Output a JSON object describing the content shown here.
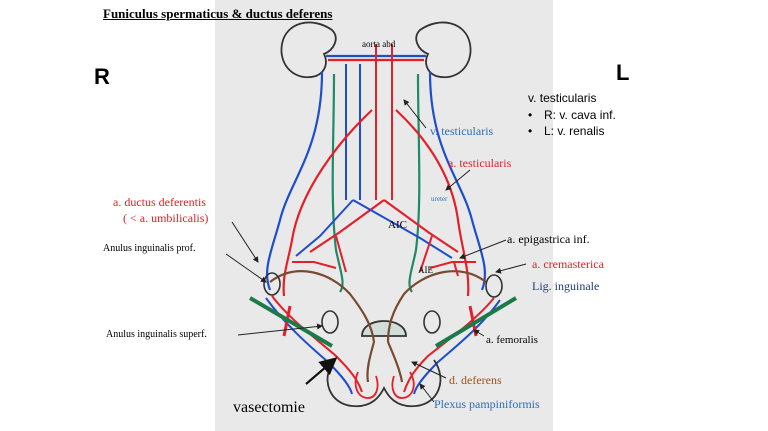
{
  "title": "Funiculus spermaticus & ductus deferens",
  "side_right": "R",
  "side_left": "L",
  "note": {
    "heading": "v. testicularis",
    "items": [
      "R: v. cava inf.",
      "L: v. renalis"
    ]
  },
  "labels": {
    "aorta_abd": "aorta abd",
    "v_testicularis": "v. testicularis",
    "a_testicularis": "a. testicularis",
    "ureter": "ureter",
    "aic": "AIC",
    "aie": "AIE",
    "a_ductus_deferentis": "a. ductus deferentis",
    "a_umbilicalis": "( < a. umbilicalis)",
    "anulus_prof": "Anulus inguinalis prof.",
    "anulus_superf": "Anulus inguinalis superf.",
    "a_epigastrica": "a. epigastrica inf.",
    "a_cremasterica": "a. cremasterica",
    "lig_inguinale": "Lig. inguinale",
    "a_femoralis": "a. femoralis",
    "d_deferens": "d. deferens",
    "plexus": "Plexus pampiniformis",
    "vasectomie": "vasectomie"
  },
  "colors": {
    "artery": "#e3202a",
    "vein": "#1f4ecc",
    "ureter": "#1f8a6a",
    "ductus": "#7a4a30",
    "ligament": "#1a7a4a",
    "label_red": "#e3202a",
    "label_blue": "#2a6fb5",
    "label_navy": "#1f3a7a",
    "label_brown": "#a0501a",
    "outline": "#333333"
  }
}
